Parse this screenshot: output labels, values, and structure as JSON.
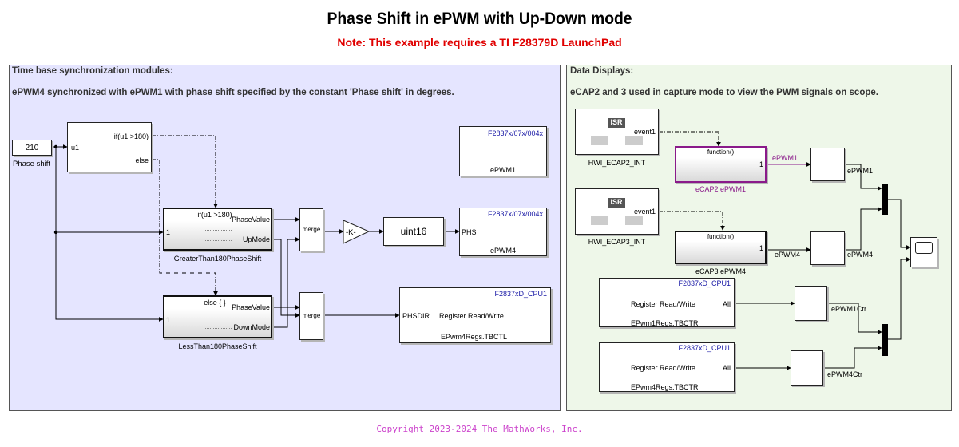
{
  "header": {
    "title": "Phase Shift in ePWM with Up-Down mode",
    "note": "Note: This example requires a TI F28379D LaunchPad"
  },
  "left_area": {
    "title": "Time base synchronization modules:",
    "description": "ePWM4 synchronized with ePWM1 with phase shift specified by the constant 'Phase shift' in degrees.",
    "constant": {
      "value": "210",
      "name": "Phase shift"
    },
    "if_block": {
      "input_port": "u1",
      "cond_port": "if(u1 >180)",
      "else_port": "else"
    },
    "greater_subsystem": {
      "action": "if(u1 >180)",
      "in_port": "1",
      "out1": "PhaseValue",
      "out2": "UpMode",
      "name": "GreaterThan180PhaseShift"
    },
    "less_subsystem": {
      "action": "else { }",
      "in_port": "1",
      "out1": "PhaseValue",
      "out2": "DownMode",
      "name": "LessThan180PhaseShift"
    },
    "merge1": "merge",
    "merge2": "merge",
    "gain": "-K-",
    "convert": "uint16",
    "epwm1": {
      "target": "F2837x/07x/004x",
      "name": "ePWM1"
    },
    "epwm4": {
      "target": "F2837x/07x/004x",
      "port": "PHS",
      "name": "ePWM4"
    },
    "register_write": {
      "target": "F2837xD_CPU1",
      "port": "PHSDIR",
      "text": "Register Read/Write",
      "reg": "EPwm4Regs.TBCTL"
    }
  },
  "right_area": {
    "title": "Data Displays:",
    "description": "eCAP2 and 3 used in capture mode to view the PWM signals on scope.",
    "hwi1": {
      "badge": "ISR",
      "out": "event1",
      "name": "HWI_ECAP2_INT"
    },
    "hwi2": {
      "badge": "ISR",
      "out": "event1",
      "name": "HWI_ECAP3_INT"
    },
    "fc1": {
      "label": "function()",
      "out": "1",
      "name": "eCAP2 ePWM1"
    },
    "fc2": {
      "label": "function()",
      "out": "1",
      "name": "eCAP3 ePWM4"
    },
    "sig_epwm1_in": "ePWM1",
    "sig_epwm1_out": "ePWM1",
    "sig_epwm4_in": "ePWM4",
    "sig_epwm4_out": "ePWM4",
    "reg1": {
      "target": "F2837xD_CPU1",
      "text": "Register Read/Write",
      "port": "All",
      "reg": "EPwm1Regs.TBCTR"
    },
    "reg2": {
      "target": "F2837xD_CPU1",
      "text": "Register Read/Write",
      "port": "All",
      "reg": "EPwm4Regs.TBCTR"
    },
    "sig_ctr1": "ePWM1Ctr",
    "sig_ctr4": "ePWM4Ctr"
  },
  "footer": {
    "copyright": "Copyright 2023-2024 The MathWorks, Inc."
  },
  "colors": {
    "note": "#e00000",
    "left_bg": "#e5e5ff",
    "right_bg": "#eef7e9",
    "target_text": "#1a1aa6",
    "function_call": "#8a1a8a"
  }
}
